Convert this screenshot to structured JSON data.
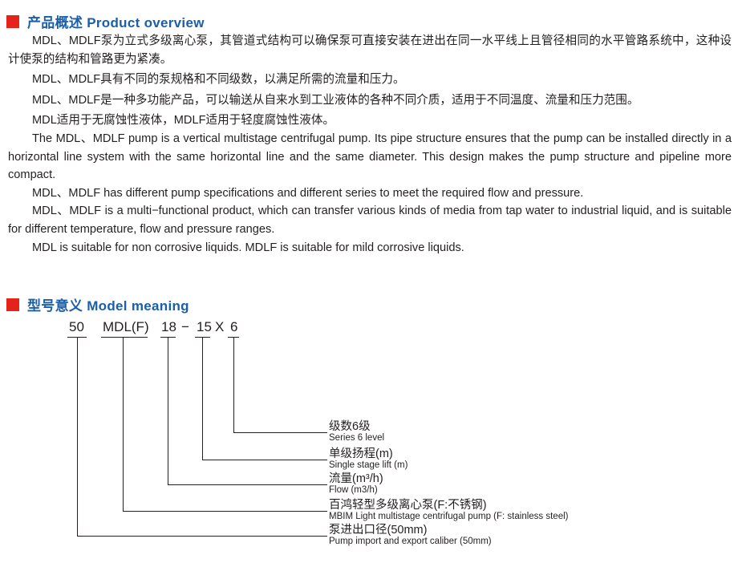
{
  "sections": {
    "overview_title": "产品概述 Product overview",
    "model_title": "型号意义 Model meaning"
  },
  "overview": {
    "paragraphs": [
      "MDL、MDLF泵为立式多级离心泵，其管道式结构可以确保泵可直接安装在进出在同一水平线上且管径相同的水平管路系统中，这种设计使泵的结构和管路更为紧凑。",
      "MDL、MDLF具有不同的泵规格和不同级数，以满足所需的流量和压力。",
      "MDL、MDLF是一种多功能产品，可以输送从自来水到工业液体的各种不同介质，适用于不同温度、流量和压力范围。",
      "MDL适用于无腐蚀性液体，MDLF适用于轻度腐蚀性液体。",
      "The MDL、MDLF pump is a vertical multistage centrifugal pump. Its pipe structure ensures that the pump can be installed directly in a horizontal line system with the same horizontal line and the same diameter. This design makes the pump structure and pipeline more compact.",
      "MDL、MDLF has different pump specifications and different series to meet the required flow and pressure.",
      "MDL、MDLF is a multi−functional product, which can transfer various kinds of media from tap water to industrial liquid, and is suitable for different temperature, flow and pressure ranges.",
      "MDL is suitable for non corrosive liquids. MDLF is suitable for mild corrosive liquids."
    ]
  },
  "model": {
    "code": {
      "caliber": "50",
      "type": "MDL(F)",
      "flow": "18",
      "dash": "−",
      "lift": "15",
      "x": "X",
      "stages": "6"
    },
    "legend": [
      {
        "zh": "级数6级",
        "en": "Series 6 level"
      },
      {
        "zh": "单级扬程(m)",
        "en": "Single stage lift (m)"
      },
      {
        "zh": "流量(m³/h)",
        "en": "Flow (m3/h)"
      },
      {
        "zh": "百鸿轻型多级离心泵(F:不锈钢)",
        "en": "MBIM Light multistage centrifugal pump (F: stainless steel)"
      },
      {
        "zh": "泵进出口径(50mm)",
        "en": "Pump import and export caliber (50mm)"
      }
    ]
  },
  "colors": {
    "accent_red": "#e5231b",
    "title_blue": "#1a5fa8",
    "text": "#231f20"
  }
}
